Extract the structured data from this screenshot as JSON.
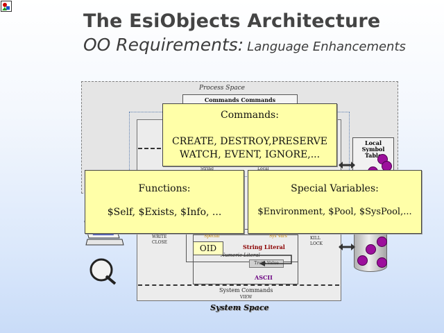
{
  "slide": {
    "title": "The EsiObjects Architecture",
    "subtitle_main": "OO Requirements:",
    "subtitle_sub": "Language Enhancements"
  },
  "diagram": {
    "process_space_label": "Process Space",
    "top_bar_text": "Commands Commands",
    "local_symbol_label": "Local Symbol Table",
    "string_literal_label": "String Literal",
    "numeric_literal_label": "Numeric Literal",
    "truth_value_label": "Truth Value",
    "ascii_label": "ASCII",
    "oid_label": "OID",
    "system_commands_label": "System   Commands",
    "view_label": "VIEW",
    "write_label": "WRITE CLOSE",
    "kill_label": "KILL LOCK",
    "system_space_label": "System Space",
    "string_label": "String",
    "local_label": "Local",
    "special_label": "Special",
    "sysvars_label": "Sys Vars"
  },
  "callouts": {
    "commands": {
      "heading": "Commands:",
      "line1": "CREATE, DESTROY,PRESERVE",
      "line2": "WATCH, EVENT, IGNORE,..."
    },
    "functions": {
      "heading": "Functions:",
      "body": "$Self, $Exists, $Info, ..."
    },
    "special_variables": {
      "heading": "Special Variables:",
      "body": "$Environment, $Pool, $SysPool,..."
    }
  },
  "colors": {
    "callout_fill": "#ffffa8",
    "node_purple": "#9c0f9c"
  }
}
